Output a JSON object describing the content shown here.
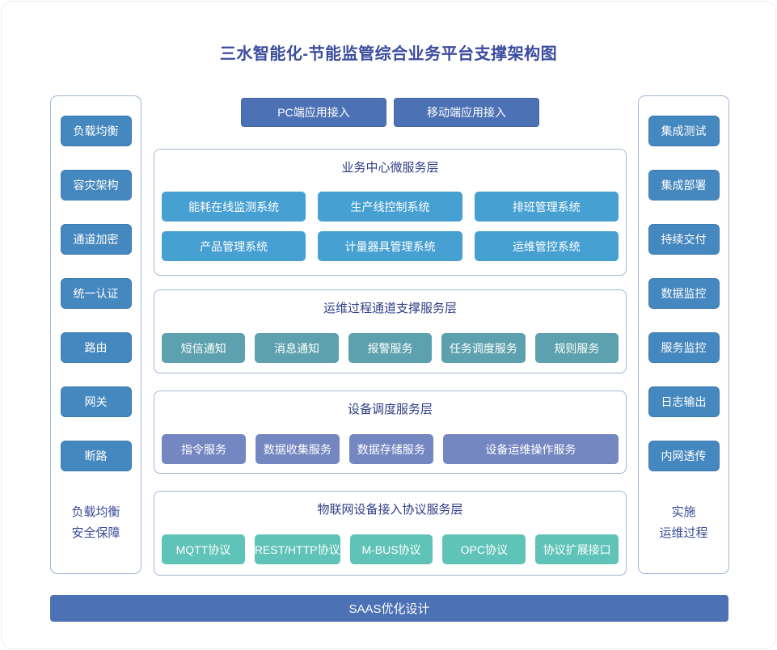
{
  "title": "三水智能化-节能监管综合业务平台支撑架构图",
  "palette": {
    "title_text": "#3A4C9E",
    "layer_title_text": "#2F3E85",
    "caption_text": "#3A4C94",
    "panel_border": "#A2B6D4",
    "side_button": "#4587BF",
    "access_button": "#4C72B5",
    "business_button": "#47A0D2",
    "channel_button": "#5CA1AD",
    "device_button": "#7487C1",
    "iot_button": "#5FC3B7",
    "saas_bar": "#4C72B5"
  },
  "left_panel": {
    "items": [
      "负载均衡",
      "容灾架构",
      "通道加密",
      "统一认证",
      "路由",
      "网关",
      "断路"
    ],
    "caption_lines": [
      "负载均衡",
      "安全保障"
    ]
  },
  "right_panel": {
    "items": [
      "集成测试",
      "集成部署",
      "持续交付",
      "数据监控",
      "服务监控",
      "日志输出",
      "内网透传"
    ],
    "caption_lines": [
      "实施",
      "运维过程"
    ]
  },
  "top_access": {
    "items": [
      "PC端应用接入",
      "移动端应用接入"
    ]
  },
  "layers": [
    {
      "title": "业务中心微服务层",
      "rows": [
        [
          "能耗在线监测系统",
          "生产线控制系统",
          "排班管理系统"
        ],
        [
          "产品管理系统",
          "计量器具管理系统",
          "运维管控系统"
        ]
      ]
    },
    {
      "title": "运维过程通道支撑服务层",
      "rows": [
        [
          "短信通知",
          "消息通知",
          "报警服务",
          "任务调度服务",
          "规则服务"
        ]
      ]
    },
    {
      "title": "设备调度服务层",
      "rows": [
        [
          "指令服务",
          "数据收集服务",
          "数据存储服务",
          "设备运维操作服务"
        ]
      ]
    },
    {
      "title": "物联网设备接入协议服务层",
      "rows": [
        [
          "MQTT协议",
          "REST/HTTP协议",
          "M-BUS协议",
          "OPC协议",
          "协议扩展接口"
        ]
      ]
    }
  ],
  "bottom_bar": {
    "label": "SAAS优化设计"
  }
}
